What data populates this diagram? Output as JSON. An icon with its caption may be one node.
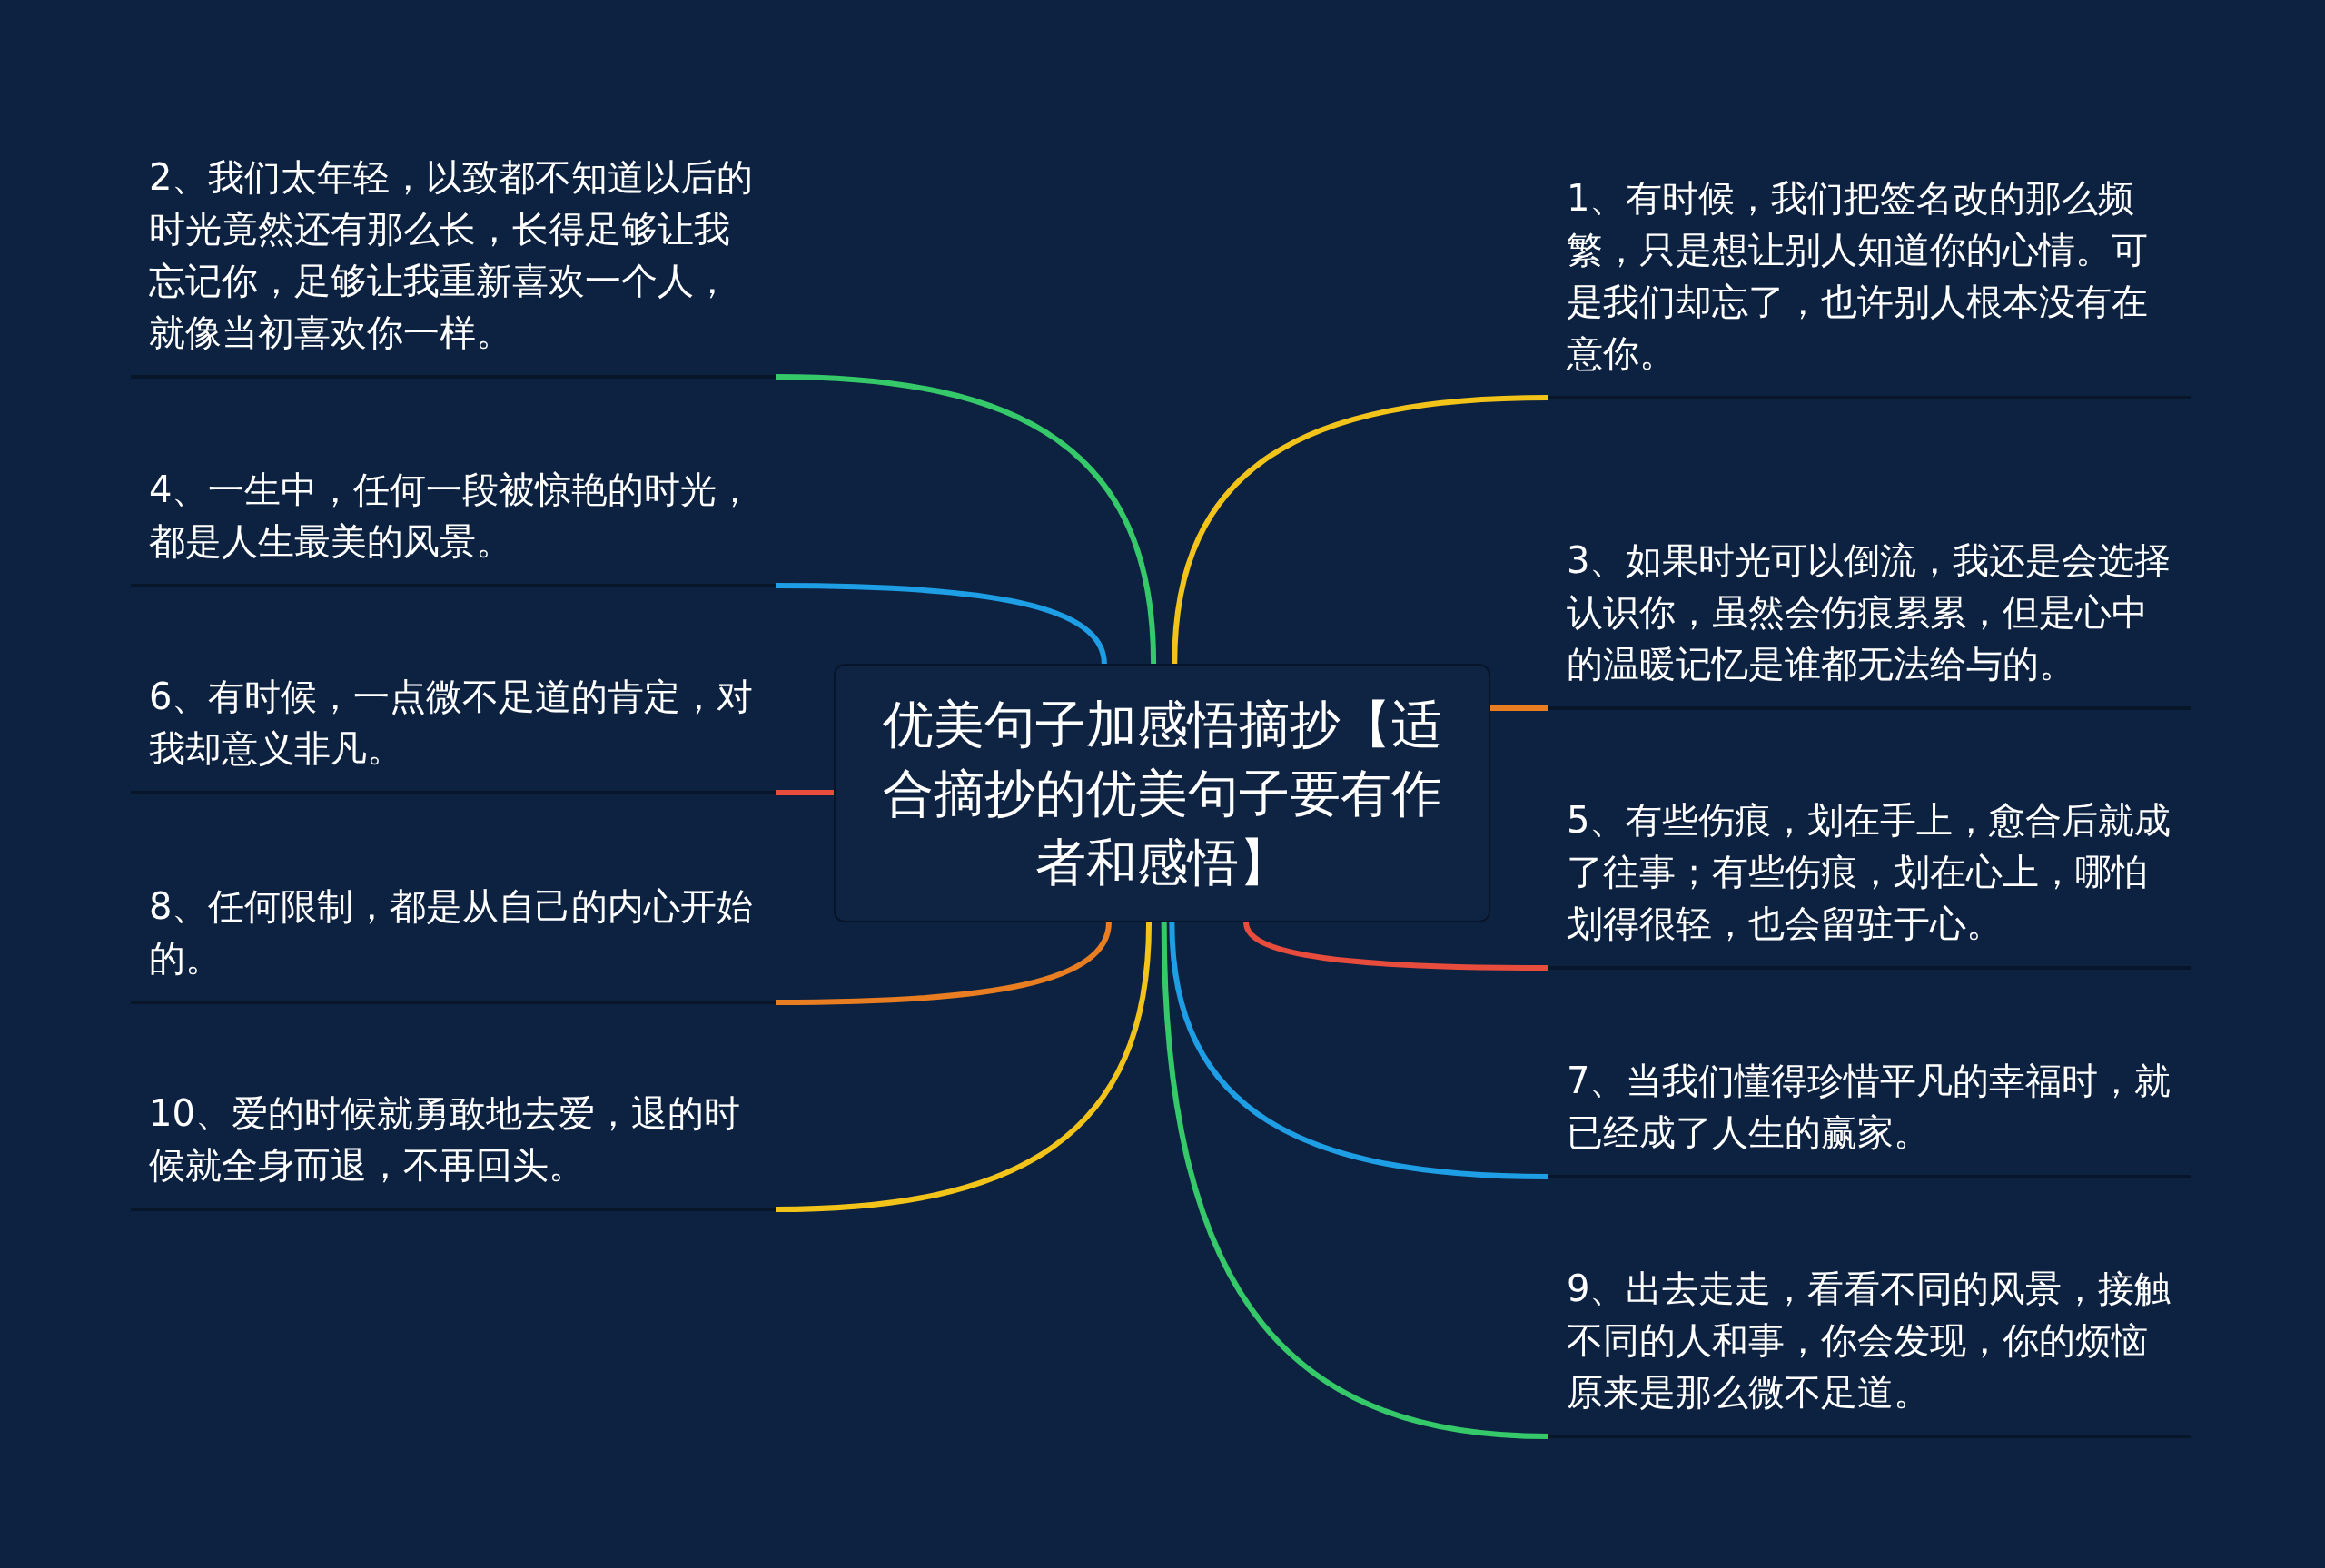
{
  "diagram": {
    "nodes": [
      {
        "text": [
          "优美句子加感悟摘抄【适合摘抄的优美句子要有作者和感悟】"
        ]
      },
      {
        "text": [
          "1、有时候，我们把签名改的那么频繁，只是想让别人知道你的心情。可是我们却忘了，也许别人根本没有在意你。"
        ]
      },
      {
        "text": [
          "2、我们太年轻，以致都不知道以后的时光竟然还有那么长，长得足够让我忘记你，足够让我重新喜欢一个人，就像当初喜欢你一样。"
        ]
      },
      {
        "text": [
          "3、如果时光可以倒流，我还是会选择认识你，虽然会伤痕累累，但是心中的温暖记忆是谁都无法给与的。"
        ]
      },
      {
        "text": [
          "4、一生中，任何一段被惊艳的时光，都是人生最美的风景。"
        ]
      },
      {
        "text": [
          "5、有些伤痕，划在手上，愈合后就成了往事；有些伤痕，划在心上，哪怕划得很轻，也会留驻于心。"
        ]
      },
      {
        "text": [
          "6、有时候，一点微不足道的肯定，对我却意义非凡。"
        ]
      },
      {
        "text": [
          "7、当我们懂得珍惜平凡的幸福时，就已经成了人生的赢家。"
        ]
      },
      {
        "text": [
          "8、任何限制，都是从自己的内心开始的。"
        ]
      },
      {
        "text": [
          "9、出去走走，看看不同的风景，接触不同的人和事，你会发现，你的烦恼原来是那么微不足道。"
        ]
      },
      {
        "text": [
          "10、爱的时候就勇敢地去爱，退的时候就全身而退，不再回头。"
        ]
      }
    ],
    "edges": [
      {
        "from": 0,
        "to": 1,
        "arrow": "none",
        "color": "#f2c318"
      },
      {
        "from": 0,
        "to": 2,
        "arrow": "none",
        "color": "#35c96a"
      },
      {
        "from": 0,
        "to": 3,
        "arrow": "none",
        "color": "#e87d22"
      },
      {
        "from": 0,
        "to": 4,
        "arrow": "none",
        "color": "#1e9ee4"
      },
      {
        "from": 0,
        "to": 5,
        "arrow": "none",
        "color": "#e74c3c"
      },
      {
        "from": 0,
        "to": 6,
        "arrow": "none",
        "color": "#e74c3c"
      },
      {
        "from": 0,
        "to": 7,
        "arrow": "none",
        "color": "#1e9ee4"
      },
      {
        "from": 0,
        "to": 8,
        "arrow": "none",
        "color": "#e87d22"
      },
      {
        "from": 0,
        "to": 9,
        "arrow": "none",
        "color": "#35c96a"
      },
      {
        "from": 0,
        "to": 10,
        "arrow": "none",
        "color": "#f2c318"
      }
    ]
  }
}
